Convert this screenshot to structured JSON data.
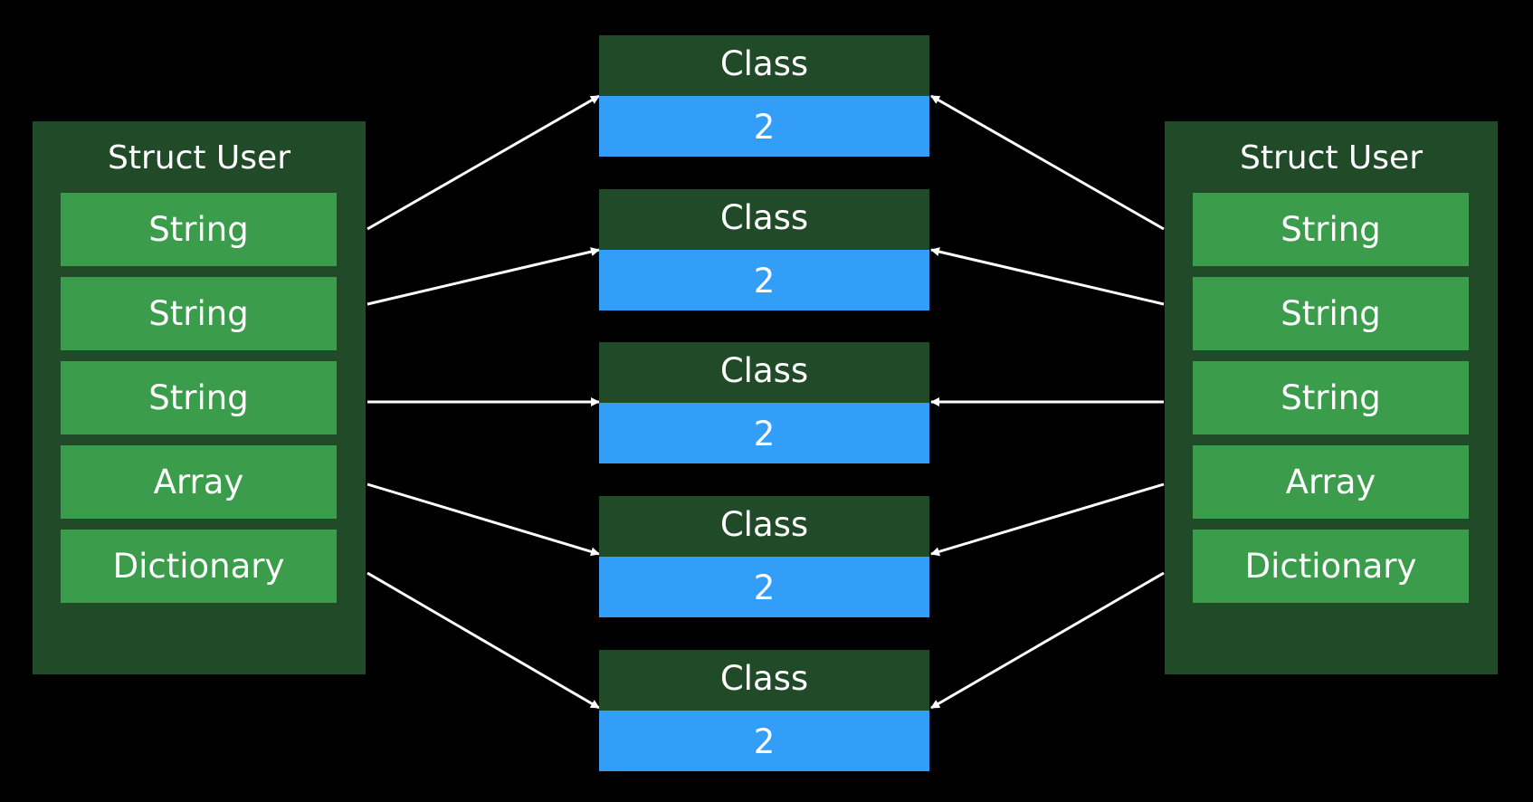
{
  "left_struct": {
    "title": "Struct User",
    "fields": [
      "String",
      "String",
      "String",
      "Array",
      "Dictionary"
    ]
  },
  "right_struct": {
    "title": "Struct User",
    "fields": [
      "String",
      "String",
      "String",
      "Array",
      "Dictionary"
    ]
  },
  "objects": [
    {
      "label": "Class",
      "count": "2"
    },
    {
      "label": "Class",
      "count": "2"
    },
    {
      "label": "Class",
      "count": "2"
    },
    {
      "label": "Class",
      "count": "2"
    },
    {
      "label": "Class",
      "count": "2"
    }
  ],
  "colors": {
    "background": "#000000",
    "struct_bg": "#214b28",
    "field_bg": "#3b9d4c",
    "count_bg": "#329ef8",
    "arrow": "#ffffff"
  }
}
